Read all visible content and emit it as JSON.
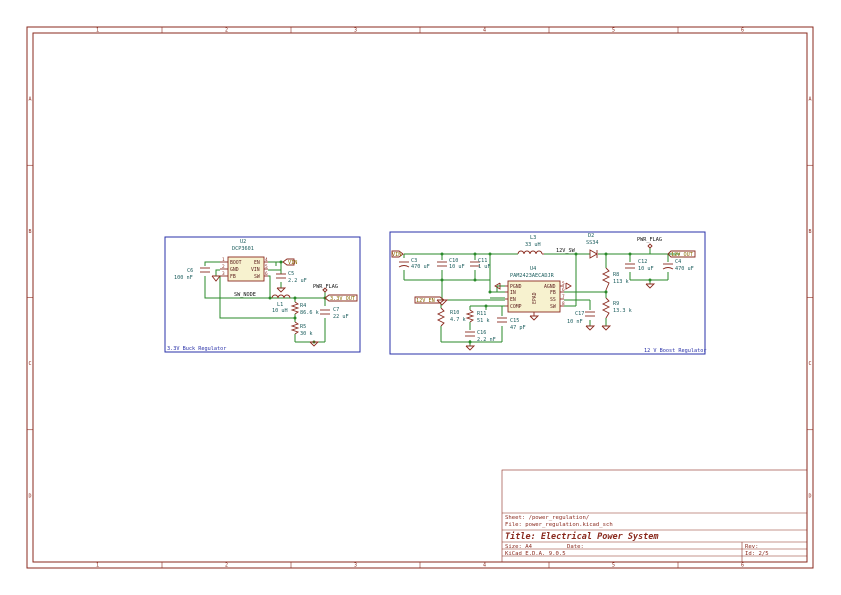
{
  "frame": {
    "columns": [
      "1",
      "2",
      "3",
      "4",
      "5",
      "6"
    ],
    "rows": [
      "A",
      "B",
      "C",
      "D"
    ]
  },
  "buck": {
    "label": "3.3V Buck Regulator",
    "ic_ref": "U2",
    "ic_value": "DCP3601",
    "ic_pins": {
      "boot": "BOOT",
      "gnd": "GND",
      "fb": "FB",
      "en": "EN",
      "vin": "VIN",
      "sw": "SW"
    },
    "ic_pin_numbers": {
      "boot": "1",
      "gnd": "2",
      "fb": "3",
      "en": "4",
      "vin": "5",
      "sw": "6"
    },
    "c6_ref": "C6",
    "c6_value": "100 nF",
    "c5_ref": "C5",
    "c5_value": "2.2 uF",
    "l1_ref": "L1",
    "l1_value": "10 uH",
    "r4_ref": "R4",
    "r4_value": "86.6 k",
    "r5_ref": "R5",
    "r5_value": "30 k",
    "c7_ref": "C7",
    "c7_value": "22 uF",
    "vin_label": "VIN",
    "sw_node_label": "SW_NODE",
    "pwr_flag_label": "PWR_FLAG",
    "out_label": "3.3V_OUT"
  },
  "boost": {
    "label": "12 V Boost Regulator",
    "ic_ref": "U4",
    "ic_value": "PAM2423AECADJR",
    "ic_pins": {
      "pgnd": "PGND",
      "in": "IN",
      "en": "EN",
      "comp": "COMP",
      "agnd": "AGND",
      "fb": "FB",
      "ss": "SS",
      "sw": "SW",
      "epad": "EPAD"
    },
    "ic_pin_numbers": {
      "agnd": "5",
      "fb": "6",
      "ss": "7",
      "sw": "8"
    },
    "vin_label": "VIN",
    "c3_ref": "C3",
    "c3_value": "470 uF",
    "c10_ref": "C10",
    "c10_value": "10 uF",
    "c11_ref": "C11",
    "c11_value": "1 uF",
    "l3_ref": "L3",
    "l3_value": "33 uH",
    "sw_net": "12V_SW",
    "d2_ref": "D2",
    "d2_value": "SS34",
    "pwr_flag_label": "PWR_FLAG",
    "out_label": "12V_OUT",
    "c12_ref": "C12",
    "c12_value": "10 uF",
    "c4_ref": "C4",
    "c4_value": "470 uF",
    "r8_ref": "R8",
    "r8_value": "113 k",
    "r9_ref": "R9",
    "r9_value": "13.3 k",
    "c17_ref": "C17",
    "c17_value": "10 nF",
    "en_label": "12V_EN",
    "r10_ref": "R10",
    "r10_value": "4.7 k",
    "r11_ref": "R11",
    "r11_value": "51 k",
    "c15_ref": "C15",
    "c15_value": "47 pF",
    "c16_ref": "C16",
    "c16_value": "2.2 nF"
  },
  "title_block": {
    "sheet": "Sheet: /power_regulation/",
    "file": "File: power_regulation.kicad_sch",
    "title": "Title: Electrical Power System",
    "size": "Size: A4",
    "date": "Date:",
    "rev": "Rev:",
    "tool": "KiCad E.D.A. 9.0.5",
    "id": "Id: 2/5"
  }
}
